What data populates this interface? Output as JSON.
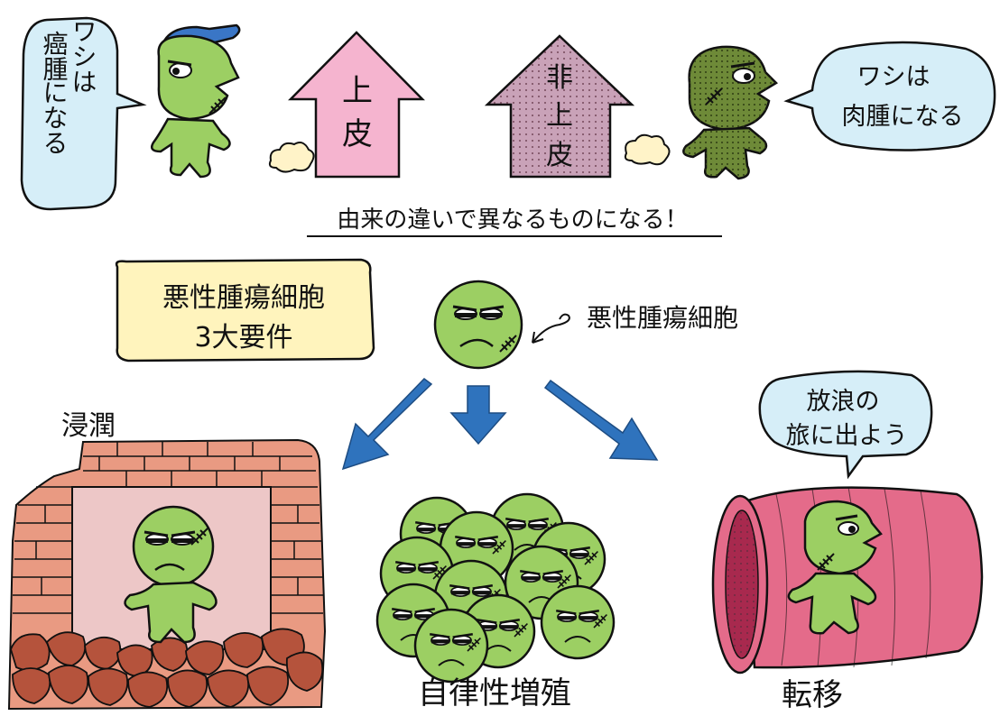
{
  "top": {
    "left_bubble_lines": [
      "ワシは",
      "癌腫",
      "になる"
    ],
    "right_bubble_lines": [
      "ワシは",
      "肉腫になる"
    ],
    "house_epithelial_lines": [
      "上",
      "皮"
    ],
    "house_nonepithelial_lines": [
      "非",
      "上",
      "皮"
    ],
    "caption": "由来の違いで異なるものになる！"
  },
  "middle": {
    "requirements_box_lines": [
      "悪性腫瘍細胞",
      "3大要件"
    ],
    "cell_label": "悪性腫瘍細胞"
  },
  "bottom": {
    "invasion_label": "浸潤",
    "autonomous_growth_label": "自律性増殖",
    "metastasis_label": "転移",
    "wander_bubble_lines": [
      "放浪の",
      "旅に出よう"
    ]
  },
  "colors": {
    "cell_green": "#9ccf63",
    "cell_dark_green": "#6e8a38",
    "house_pink": "#f5b4cf",
    "house_mauve": "#c9a2b8",
    "brick": "#e99a82",
    "wall_inner": "#edc7c7",
    "rubble": "#b5533c",
    "tube": "#e46b8a",
    "bubble": "#d6eef8",
    "req_box": "#fff4bd",
    "arrow_blue": "#2f73bd",
    "cap_blue": "#3a76c6"
  }
}
